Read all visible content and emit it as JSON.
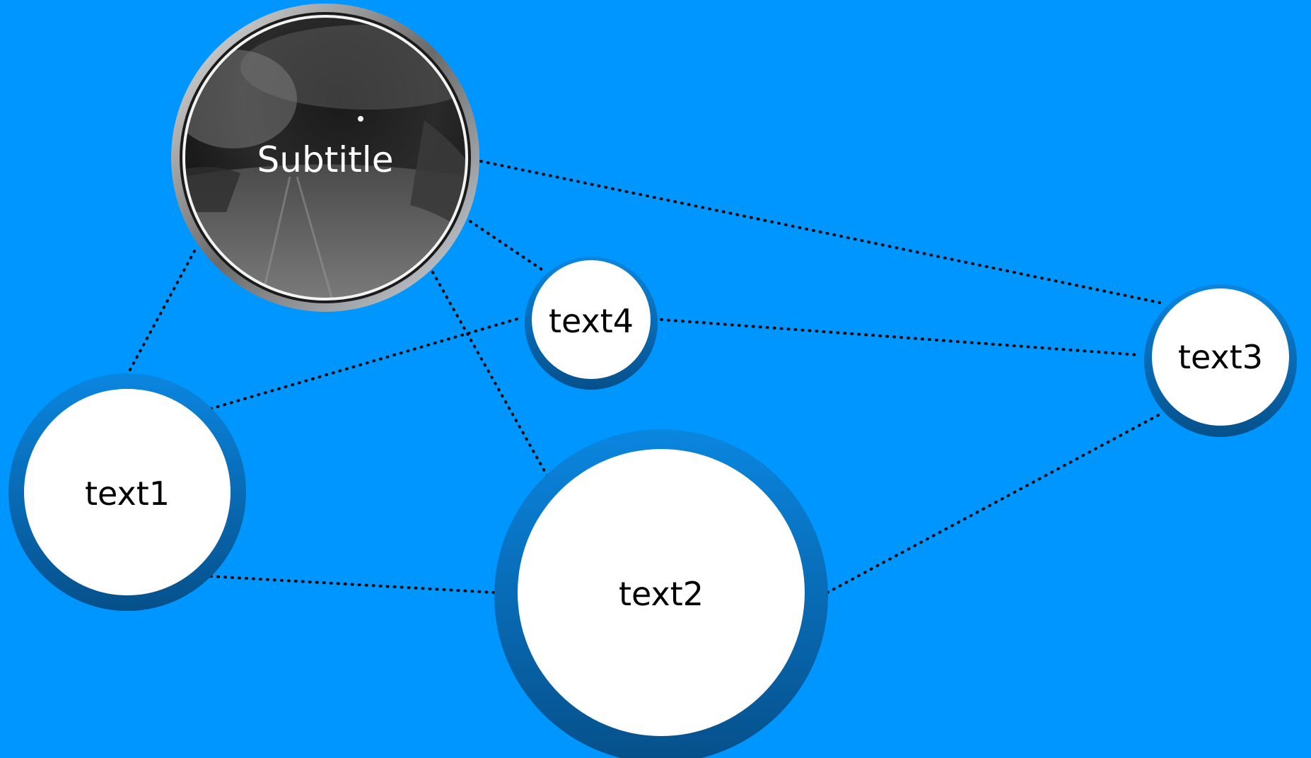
{
  "colors": {
    "background": "#0096FF",
    "ring_light": "#0A7FD4",
    "ring_dark": "#064F86",
    "node_fill": "#FFFFFF",
    "connector": "#0A0A0A",
    "hub_text": "#FFFFFF",
    "node_text": "#000000"
  },
  "hub": {
    "label": "Subtitle",
    "image": "black-and-white fisheye road landscape"
  },
  "nodes": [
    {
      "id": "text1",
      "label": "text1"
    },
    {
      "id": "text2",
      "label": "text2"
    },
    {
      "id": "text3",
      "label": "text3"
    },
    {
      "id": "text4",
      "label": "text4"
    }
  ],
  "connections": [
    {
      "from": "hub",
      "to": "text1"
    },
    {
      "from": "hub",
      "to": "text2"
    },
    {
      "from": "hub",
      "to": "text3"
    },
    {
      "from": "hub",
      "to": "text4"
    },
    {
      "from": "text1",
      "to": "text4"
    },
    {
      "from": "text1",
      "to": "text2"
    },
    {
      "from": "text4",
      "to": "text3"
    },
    {
      "from": "text2",
      "to": "text3"
    }
  ]
}
